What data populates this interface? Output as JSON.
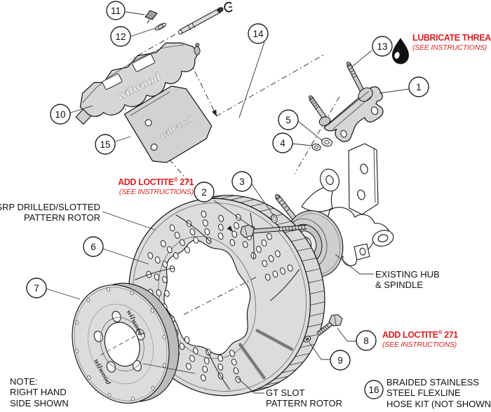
{
  "callouts": {
    "c1": "1",
    "c2": "2",
    "c3": "3",
    "c4": "4",
    "c5": "5",
    "c6": "6",
    "c7": "7",
    "c8": "8",
    "c9": "9",
    "c10": "10",
    "c11": "11",
    "c12": "12",
    "c13": "13",
    "c14": "14",
    "c15": "15",
    "c16": "16"
  },
  "labels": {
    "lubricate": {
      "title": "LUBRICATE THREADS",
      "subtitle": "(SEE INSTRUCTIONS)"
    },
    "loctite_upper": {
      "pre": "ADD LOCTITE",
      "sup": "®",
      "post": " 271",
      "subtitle": "(SEE INSTRUCTIONS)"
    },
    "loctite_lower": {
      "pre": "ADD LOCTITE",
      "sup": "®",
      "post": " 271",
      "subtitle": "(SEE INSTRUCTIONS)"
    },
    "srp_rotor": {
      "line1": "SRP DRILLED/SLOTTED",
      "line2": "PATTERN ROTOR"
    },
    "existing_hub": {
      "line1": "EXISTING HUB",
      "line2": "& SPINDLE"
    },
    "gt_rotor": {
      "line1": "GT SLOT",
      "line2": "PATTERN ROTOR"
    },
    "hose_kit": {
      "line1": "BRAIDED STAINLESS",
      "line2": "STEEL FLEXLINE",
      "line3": "HOSE KIT (NOT SHOWN)"
    },
    "note": {
      "line1": "NOTE:",
      "line2": "RIGHT HAND",
      "line3": "SIDE SHOWN"
    }
  },
  "brand": {
    "logo_text": "wilwood"
  },
  "colors": {
    "accent_red": "#d92222",
    "part_fill": "#d9d9d9",
    "line": "#1a1a1a"
  }
}
